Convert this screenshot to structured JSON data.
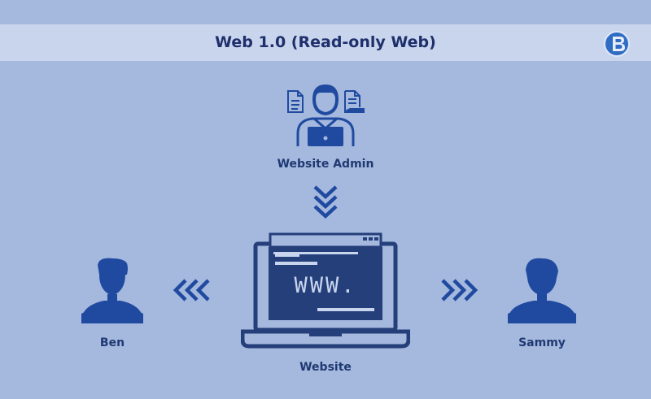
{
  "header": {
    "title": "Web 1.0 (Read-only Web)"
  },
  "nodes": {
    "admin": {
      "label": "Website Admin"
    },
    "website": {
      "label": "Website",
      "screen_text": "WWW."
    },
    "left_user": {
      "label": "Ben"
    },
    "right_user": {
      "label": "Sammy"
    }
  },
  "colors": {
    "background": "#a5b8dd",
    "title_bar": "#c9d5ed",
    "primary": "#1f4aa0",
    "dark": "#243f7a"
  }
}
